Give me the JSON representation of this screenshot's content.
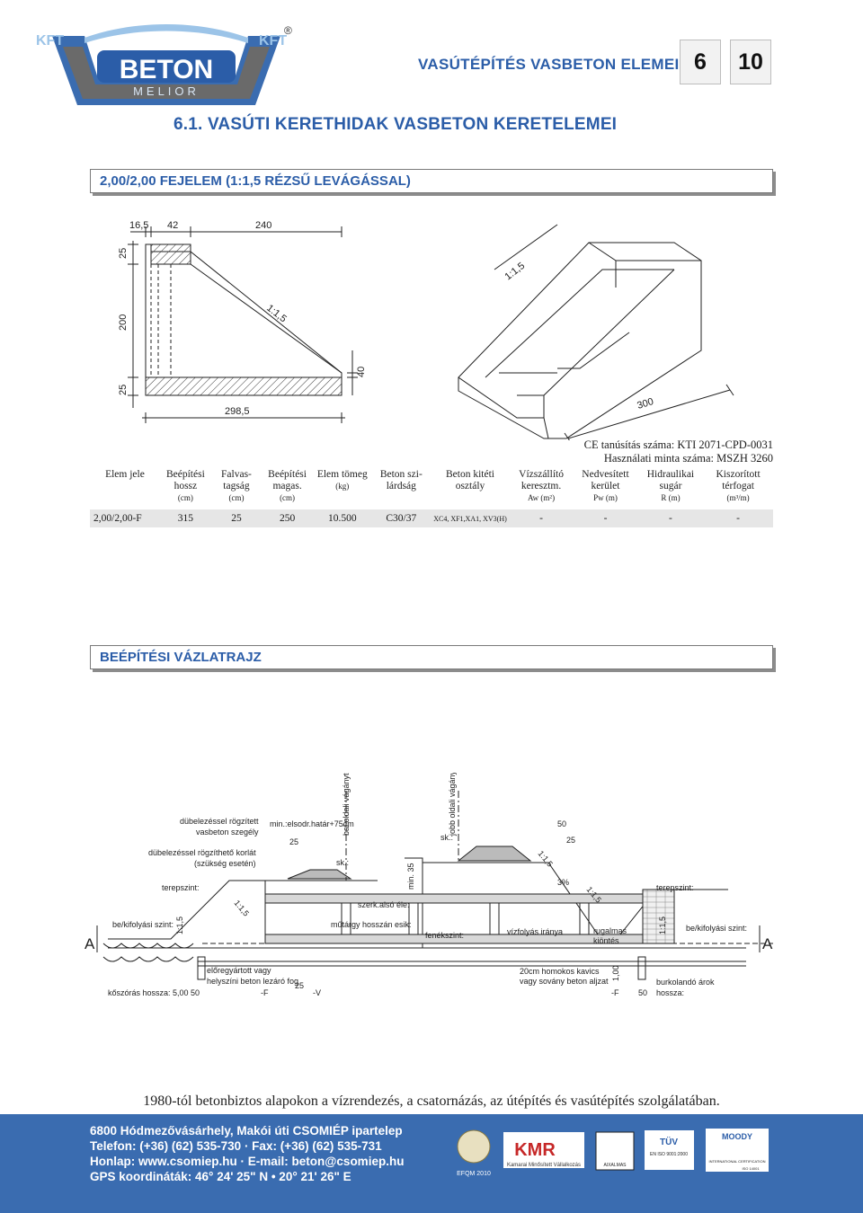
{
  "brand": {
    "kft": "KFT",
    "name": "BETON",
    "sub": "MELIOR",
    "reg": "®"
  },
  "header": {
    "title": "VASÚTÉPÍTÉS VASBETON ELEMEI",
    "chapter": "6",
    "page": "10"
  },
  "main_title": "6.1. VASÚTI KERETHIDAK VASBETON KERETELEMEI",
  "section1": "2,00/2,00 FEJELEM (1:1,5 RÉZSŰ LEVÁGÁSSAL)",
  "drawing1": {
    "dim_top": [
      "16,5",
      "42",
      "240"
    ],
    "dim_left": [
      "25",
      "200",
      "25"
    ],
    "dim_right": "40",
    "dim_bottom": "298,5",
    "slope": "1:1,5",
    "iso_slope": "1:1,5",
    "iso_length": "300"
  },
  "cert": {
    "line1": "CE tanúsítás száma: KTI 2071-CPD-0031",
    "line2": "Használati minta száma: MSZH 3260"
  },
  "table": {
    "headers": [
      {
        "l1": "Elem jele",
        "l2": "",
        "l3": ""
      },
      {
        "l1": "Beépítési",
        "l2": "hossz",
        "l3": "(cm)"
      },
      {
        "l1": "Falvas-",
        "l2": "tagság",
        "l3": "(cm)"
      },
      {
        "l1": "Beépítési",
        "l2": "magas.",
        "l3": "(cm)"
      },
      {
        "l1": "Elem tömeg",
        "l2": "(kg)",
        "l3": ""
      },
      {
        "l1": "Beton szi-",
        "l2": "lárdság",
        "l3": ""
      },
      {
        "l1": "Beton kitéti",
        "l2": "osztály",
        "l3": ""
      },
      {
        "l1": "Vízszállító",
        "l2": "keresztm.",
        "l3": "Aw (m²)"
      },
      {
        "l1": "Nedvesített",
        "l2": "kerület",
        "l3": "Pw (m)"
      },
      {
        "l1": "Hidraulikai",
        "l2": "sugár",
        "l3": "R (m)"
      },
      {
        "l1": "Kiszorított",
        "l2": "térfogat",
        "l3": "(m³/m)"
      }
    ],
    "row": [
      "2,00/2,00-F",
      "315",
      "25",
      "250",
      "10.500",
      "C30/37",
      "XC4, XF1,XA1, XV3(H)",
      "-",
      "-",
      "-",
      "-"
    ]
  },
  "section2": "BEÉPÍTÉSI VÁZLATRAJZ",
  "sketch": {
    "label_left_axis": "bal oldali vágánytengely",
    "label_right_axis": "jobb oldali vágánytengely",
    "dubel1": "dübelezéssel rögzített",
    "dubel1b": "vasbeton szegély",
    "dubel2": "dübelezéssel rögzíthető korlát",
    "dubel2b": "(szükség esetén)",
    "min_hatar": "min.:elsodr.határ+75cm",
    "terep_left": "terepszint:",
    "terep_right": "terepszint:",
    "befoly_left": "be/kifolyási szint:",
    "befoly_right": "be/kifolyási szint:",
    "sk1": "sk.:",
    "sk2": "sk.:",
    "szerk": "szerk.alsó éle:",
    "mutargy": "műtárgy hosszán esik:",
    "fenek": "fenékszint:",
    "vizfolyas": "vízfolyás iránya",
    "rugalmas": "rugalmas",
    "kiontes": "kiöntés",
    "homokos": "20cm homokos kavics",
    "sovany": "vagy sovány beton aljzat",
    "elore": "előregyártott vagy",
    "helyszini": "helyszíni beton lezáró fog",
    "koszoras": "kőszórás hossza: 5,00",
    "burkolando": "burkolandó árok",
    "hossza": "hossza:",
    "sec_a": "A",
    "sec_f": "-F",
    "sec_v": "-V",
    "d50": "50",
    "d25": "25",
    "d100": "1,00",
    "min35": "min. 35",
    "s15": "1:1,5",
    "p3": "3%"
  },
  "tagline": "1980-tól betonbiztos alapokon a vízrendezés, a csatornázás, az útépítés és vasútépítés szolgálatában.",
  "contact": {
    "address": "6800 Hódmezővásárhely, Makói úti CSOMIÉP ipartelep",
    "phone": "Telefon: (+36) (62) 535-730 · Fax: (+36) (62) 535-731",
    "web": "Honlap: www.csomiep.hu · E-mail: beton@csomiep.hu",
    "gps": "GPS koordináták: 46° 24' 25\" N • 20° 21' 26\" E"
  },
  "certs": {
    "efqm": "EFQM 2010",
    "kmr": "KMR",
    "kmr_sub": "Kamarai Minősített Vállalkozás",
    "tuv": "TÜV",
    "tuv_sub": "EN ISO 9001:2000",
    "moody": "MOODY",
    "moody_sub": "INTERNATIONAL CERTIFICATION",
    "iso": "ISO 14001",
    "aixalmas": "AIXALMAS"
  },
  "colors": {
    "brand_blue": "#2b5da8",
    "band_blue": "#3a6cb0",
    "row_gray": "#e6e6e6"
  }
}
